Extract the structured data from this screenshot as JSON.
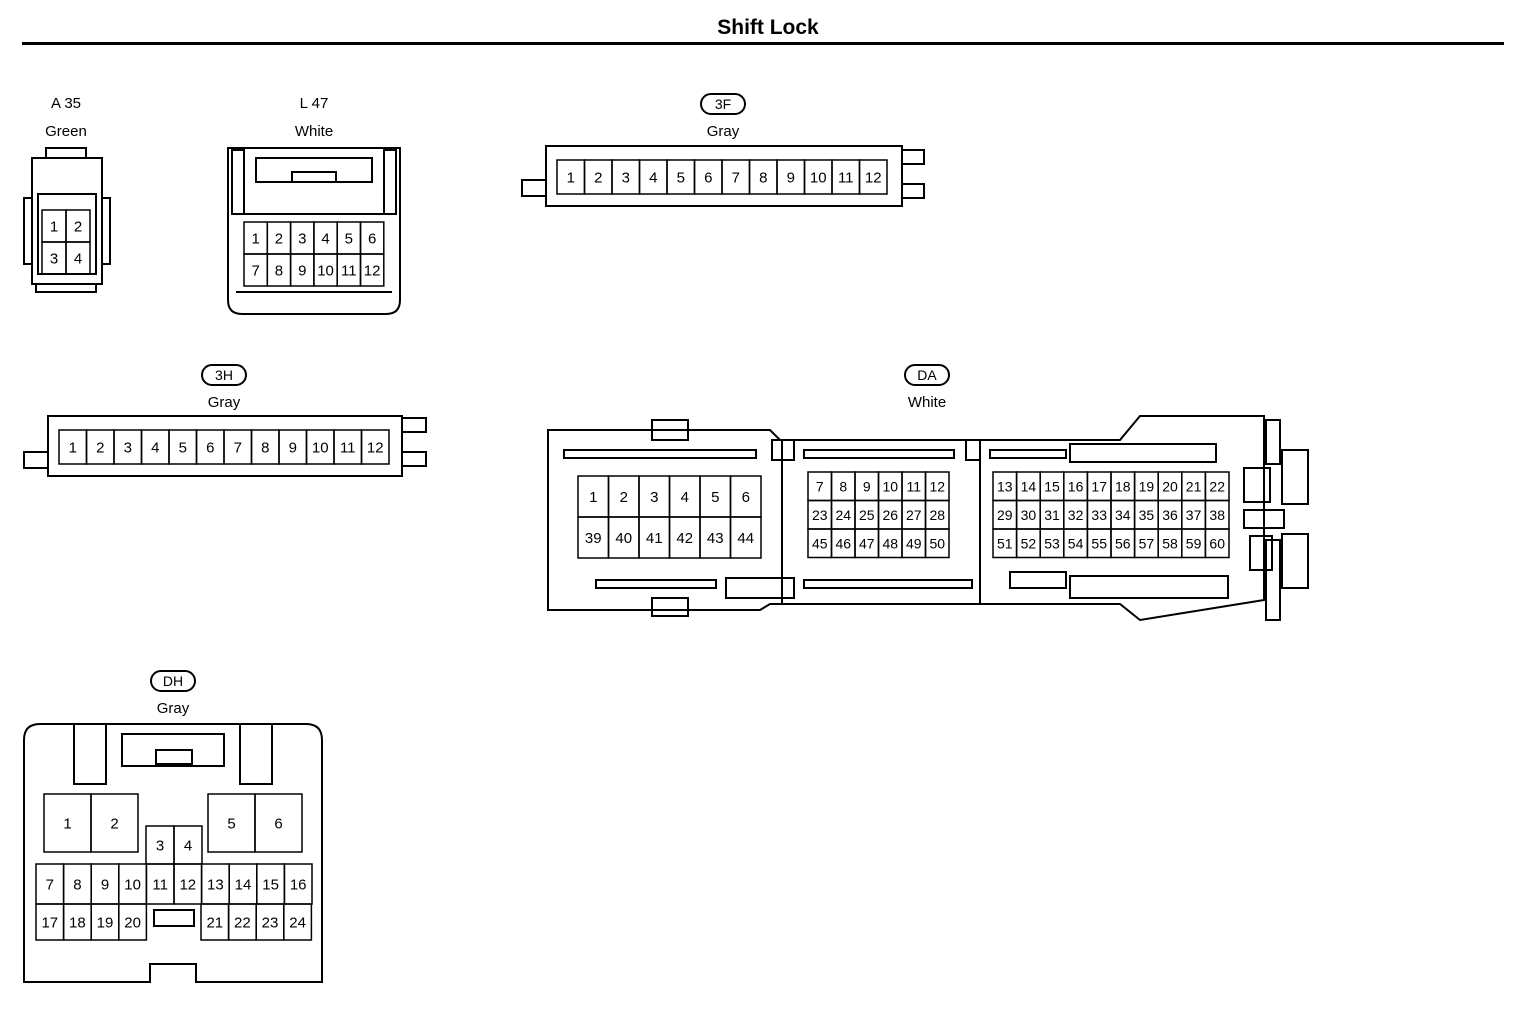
{
  "title": "Shift Lock",
  "connectors": [
    {
      "id": "A 35",
      "label_style": "plain",
      "color": "Green",
      "pins": [
        "1",
        "2",
        "3",
        "4"
      ]
    },
    {
      "id": "L 47",
      "label_style": "plain",
      "color": "White",
      "pins": [
        "1",
        "2",
        "3",
        "4",
        "5",
        "6",
        "7",
        "8",
        "9",
        "10",
        "11",
        "12"
      ]
    },
    {
      "id": "3F",
      "label_style": "circled",
      "color": "Gray",
      "pins": [
        "1",
        "2",
        "3",
        "4",
        "5",
        "6",
        "7",
        "8",
        "9",
        "10",
        "11",
        "12"
      ]
    },
    {
      "id": "3H",
      "label_style": "circled",
      "color": "Gray",
      "pins": [
        "1",
        "2",
        "3",
        "4",
        "5",
        "6",
        "7",
        "8",
        "9",
        "10",
        "11",
        "12"
      ]
    },
    {
      "id": "DA",
      "label_style": "circled",
      "color": "White",
      "pin_groups": [
        [
          "1",
          "2",
          "3",
          "4",
          "5",
          "6",
          "39",
          "40",
          "41",
          "42",
          "43",
          "44"
        ],
        [
          "7",
          "8",
          "9",
          "10",
          "11",
          "12",
          "23",
          "24",
          "25",
          "26",
          "27",
          "28",
          "45",
          "46",
          "47",
          "48",
          "49",
          "50"
        ],
        [
          "13",
          "14",
          "15",
          "16",
          "17",
          "18",
          "19",
          "20",
          "21",
          "22",
          "29",
          "30",
          "31",
          "32",
          "33",
          "34",
          "35",
          "36",
          "37",
          "38",
          "51",
          "52",
          "53",
          "54",
          "55",
          "56",
          "57",
          "58",
          "59",
          "60"
        ]
      ]
    },
    {
      "id": "DH",
      "label_style": "circled",
      "color": "Gray",
      "pins": [
        "1",
        "2",
        "3",
        "4",
        "5",
        "6",
        "7",
        "8",
        "9",
        "10",
        "11",
        "12",
        "13",
        "14",
        "15",
        "16",
        "17",
        "18",
        "19",
        "20",
        "21",
        "22",
        "23",
        "24"
      ]
    }
  ]
}
